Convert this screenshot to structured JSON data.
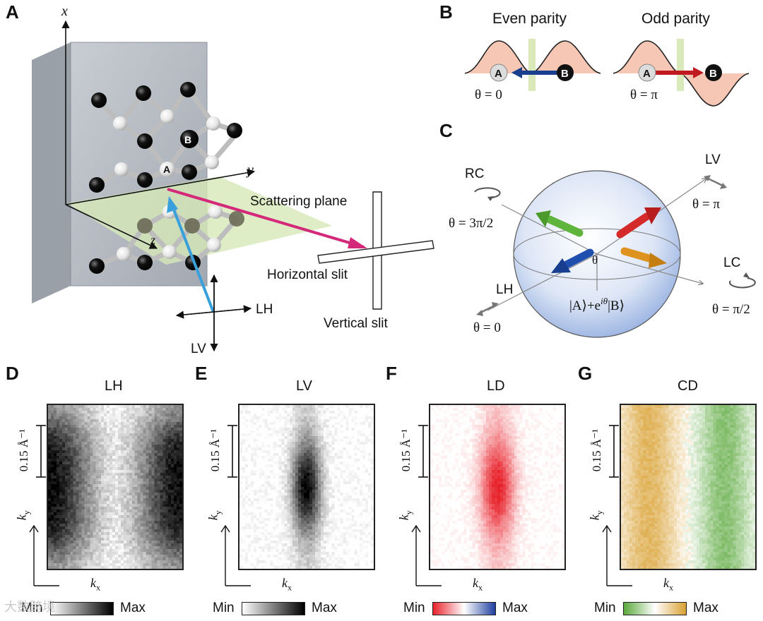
{
  "panel_labels": {
    "a": "A",
    "b": "B",
    "c": "C",
    "d": "D",
    "e": "E",
    "f": "F",
    "g": "G"
  },
  "panelA": {
    "axis_x": "x",
    "axis_y": "y",
    "axis_z": "z",
    "atom_a": "A",
    "atom_b": "B",
    "scattering_plane": "Scattering plane",
    "horizontal_slit": "Horizontal slit",
    "vertical_slit": "Vertical slit",
    "lh": "LH",
    "lv": "LV",
    "colors": {
      "scatter_arrow": "#d4297a",
      "incident_arrow": "#3aa0dc",
      "plane": "#d6e9b8"
    }
  },
  "panelB": {
    "even_title": "Even parity",
    "odd_title": "Odd parity",
    "atom_a": "A",
    "atom_b": "B",
    "even_theta": "θ = 0",
    "odd_theta": "θ = π",
    "colors": {
      "even_arrow": "#1b3f8f",
      "odd_arrow": "#c0191f",
      "curve_fill": "#f6c7b4"
    }
  },
  "panelC": {
    "rc": "RC",
    "rc_theta": "θ = 3π/2",
    "lv": "LV",
    "lv_theta": "θ = π",
    "lh": "LH",
    "lh_theta": "θ = 0",
    "lc": "LC",
    "lc_theta": "θ = π/2",
    "theta": "θ",
    "state": "|A⟩+e",
    "state_exp": "iθ",
    "state_end": "|B⟩",
    "colors": {
      "green": "#5fb43c",
      "red": "#d42a2a",
      "blue": "#1f4fae",
      "orange": "#de9220"
    }
  },
  "heatmaps": [
    {
      "label": "D",
      "title": "LH",
      "scale": "0.15 Å⁻¹",
      "ky": "k",
      "ky_sub": "y",
      "kx": "k",
      "kx_sub": "x",
      "min": "Min",
      "max": "Max",
      "colormap": [
        "#ffffff",
        "#000000"
      ]
    },
    {
      "label": "E",
      "title": "LV",
      "scale": "0.15 Å⁻¹",
      "ky": "k",
      "ky_sub": "y",
      "kx": "k",
      "kx_sub": "x",
      "min": "Min",
      "max": "Max",
      "colormap": [
        "#ffffff",
        "#000000"
      ]
    },
    {
      "label": "F",
      "title": "LD",
      "scale": "0.15 Å⁻¹",
      "ky": "k",
      "ky_sub": "y",
      "kx": "k",
      "kx_sub": "x",
      "min": "Min",
      "max": "Max",
      "colormap": [
        "#e8222b",
        "#ffffff",
        "#1f3f9f"
      ]
    },
    {
      "label": "G",
      "title": "CD",
      "scale": "0.15 Å⁻¹",
      "ky": "k",
      "ky_sub": "y",
      "kx": "k",
      "kx_sub": "x",
      "min": "Min",
      "max": "Max",
      "colormap": [
        "#5aa83c",
        "#ffffff",
        "#d9a031"
      ]
    }
  ],
  "watermark": "大数跨境"
}
